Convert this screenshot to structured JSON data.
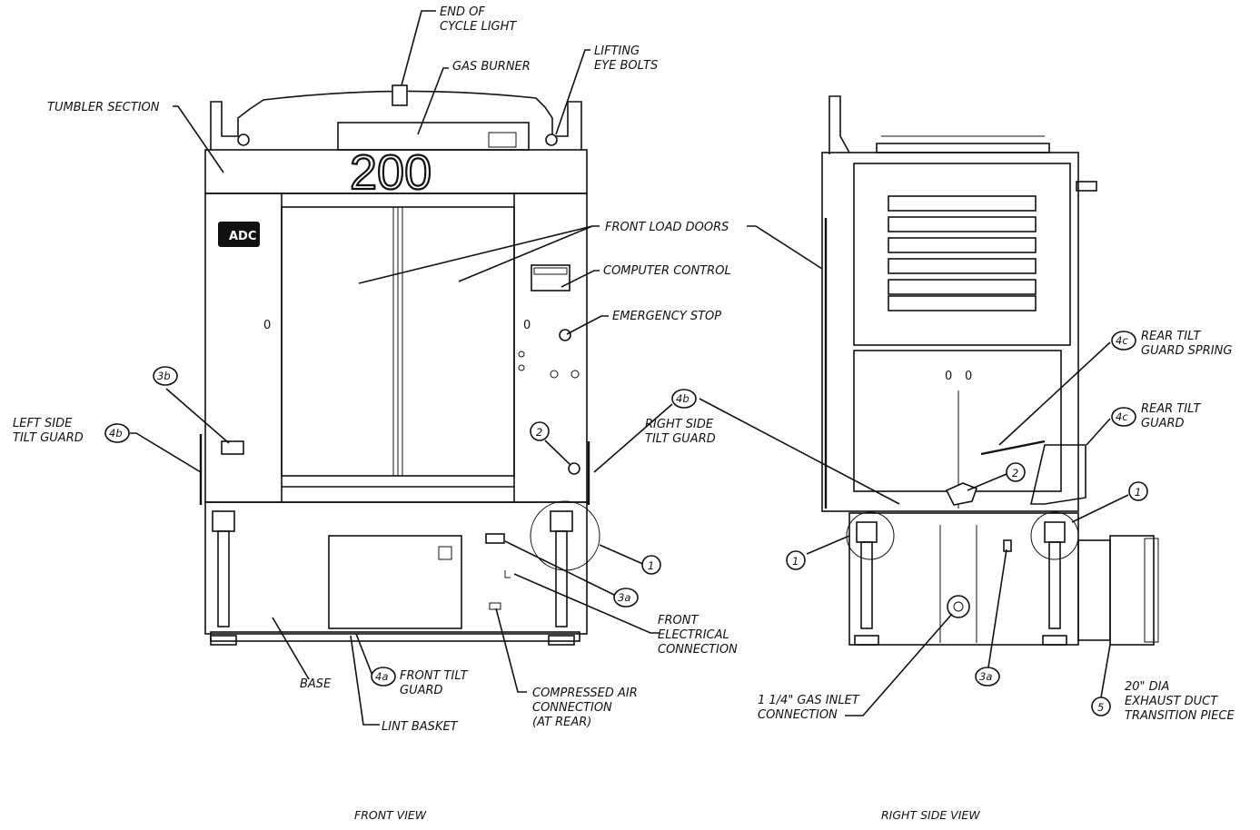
{
  "labels": {
    "end_of_cycle_light": [
      "END OF",
      "CYCLE LIGHT"
    ],
    "gas_burner": "GAS BURNER",
    "lifting_eye_bolts": [
      "LIFTING",
      "EYE BOLTS"
    ],
    "tumbler_section": "TUMBLER SECTION",
    "front_load_doors": "FRONT LOAD DOORS",
    "computer_control": "COMPUTER CONTROL",
    "emergency_stop": "EMERGENCY STOP",
    "left_side_tilt_guard": [
      "LEFT SIDE",
      "TILT GUARD"
    ],
    "right_side_tilt_guard": [
      "RIGHT SIDE",
      "TILT GUARD"
    ],
    "front_electrical_connection": [
      "FRONT",
      "ELECTRICAL",
      "CONNECTION"
    ],
    "base": "BASE",
    "front_tilt_guard": [
      "FRONT TILT",
      "GUARD"
    ],
    "compressed_air_connection": [
      "COMPRESSED AIR",
      "CONNECTION",
      "(AT REAR)"
    ],
    "lint_basket": "LINT BASKET",
    "rear_tilt_guard_spring": [
      "REAR TILT",
      "GUARD SPRING"
    ],
    "rear_tilt_guard": [
      "REAR TILT",
      "GUARD"
    ],
    "gas_inlet_connection": [
      "1 1/4\" GAS INLET",
      "CONNECTION"
    ],
    "exhaust_duct": [
      "20\" DIA",
      "EXHAUST DUCT",
      "TRANSITION PIECE"
    ]
  },
  "model_number": "200",
  "brand_logo": "ADC",
  "callouts": {
    "c3b": "3b",
    "c4b_left": "4b",
    "c4b_right": "4b",
    "c2_front": "2",
    "c1_front": "1",
    "c3a_front": "3a",
    "c4a": "4a",
    "c4c_spring": "4c",
    "c4c_guard": "4c",
    "c2_side": "2",
    "c1_side_left": "1",
    "c1_side_right": "1",
    "c3a_side": "3a",
    "c5": "5"
  },
  "views": {
    "front": "FRONT VIEW",
    "right_side": "RIGHT SIDE VIEW"
  }
}
